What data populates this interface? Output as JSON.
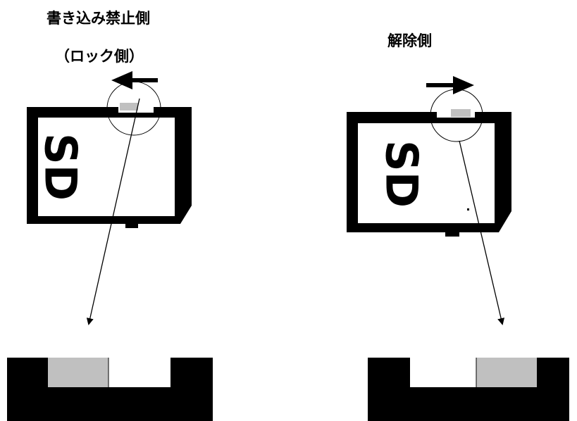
{
  "lock_side": {
    "title": "書き込み禁止側",
    "subtitle": "（ロック側）",
    "card_label": "SD",
    "arrow_direction": "left",
    "switch_position": "left"
  },
  "unlock_side": {
    "title": "解除側",
    "card_label": "SD",
    "arrow_direction": "right",
    "switch_position": "right"
  },
  "colors": {
    "card": "#000000",
    "card_face": "#ffffff",
    "switch": "#c0c0c0"
  }
}
